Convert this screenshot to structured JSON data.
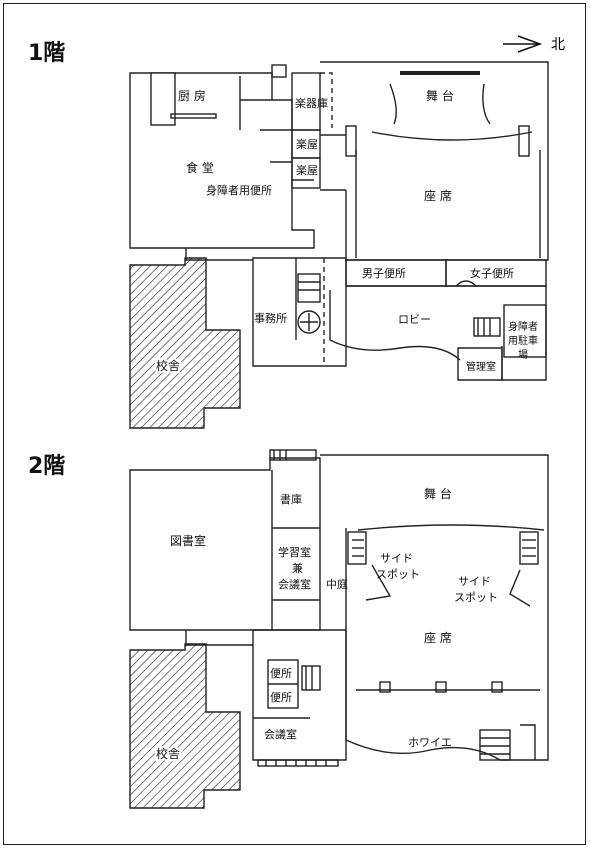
{
  "floors": [
    {
      "title": "1階",
      "rooms": {
        "kitchen": "厨 房",
        "dining": "食 堂",
        "instrument_store": "楽器庫",
        "green_room_a": "楽屋",
        "green_room_b": "楽屋",
        "accessible_toilet": "身障者用便所",
        "stage": "舞 台",
        "seats": "座 席",
        "mens_toilet": "男子便所",
        "womens_toilet": "女子便所",
        "office": "事務所",
        "lobby": "ロビー",
        "management": "管理室",
        "accessible_parking_1": "身障者",
        "accessible_parking_2": "用駐車",
        "accessible_parking_3": "場",
        "school_building": "校舎"
      }
    },
    {
      "title": "2階",
      "rooms": {
        "library": "図書室",
        "archive": "書庫",
        "study_1": "学習室",
        "study_2": "兼",
        "study_3": "会議室",
        "courtyard": "中庭",
        "side_spot_left_1": "サイド",
        "side_spot_left_2": "スポット",
        "side_spot_right_1": "サイド",
        "side_spot_right_2": "スポット",
        "stage": "舞 台",
        "seats": "座 席",
        "toilet_a": "便所",
        "toilet_b": "便所",
        "meeting": "会議室",
        "foyer": "ホワイエ",
        "school_building": "校舎"
      }
    }
  ],
  "north": "北"
}
